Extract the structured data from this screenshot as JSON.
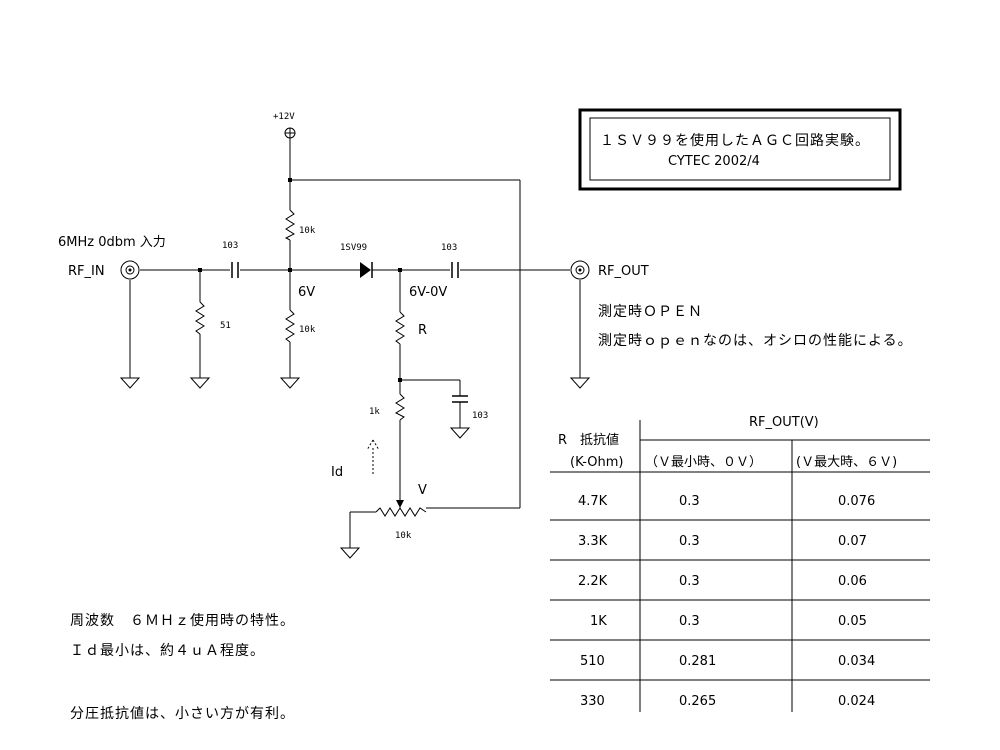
{
  "title_box": {
    "line1": "１ＳＶ９９を使用したＡＧＣ回路実験。",
    "line2": "CYTEC  2002/4"
  },
  "schematic": {
    "supply_label": "+12V",
    "input_desc": "6MHz 0dbm 入力",
    "rf_in_label": "RF_IN",
    "rf_out_label": "RF_OUT",
    "cap_in_label": "103",
    "cap_out_label": "103",
    "cap_bypass_label": "103",
    "r_top_label": "10k",
    "r_bottom_label": "10k",
    "r_term_label": "51",
    "diode_label": "1SV99",
    "node_6v_label": "6V",
    "node_6v0v_label": "6V-0V",
    "r_var_label": "R",
    "r_1k_label": "1k",
    "pot_label": "10k",
    "wiper_label": "V",
    "current_label": "Id"
  },
  "notes": {
    "measure_open": "測定時ＯＰＥＮ",
    "measure_note": "測定時ｏｐｅｎなのは、オシロの性能による。",
    "char_title": "周波数　６ＭＨｚ使用時の特性。",
    "id_min": "Ｉｄ最小は、約４ｕＡ程度。",
    "divider_note": "分圧抵抗値は、小さい方が有利。"
  },
  "table": {
    "col_r_header": "R　抵抗値",
    "col_r_unit": "(K-Ohm)",
    "group_header": "RF_OUT(V)",
    "col_min_header": "（Ｖ最小時、０Ｖ）",
    "col_max_header": "(Ｖ最大時、６Ｖ)",
    "rows": [
      {
        "r": "4.7K",
        "vmin": "0.3",
        "vmax": "0.076"
      },
      {
        "r": "3.3K",
        "vmin": "0.3",
        "vmax": "0.07"
      },
      {
        "r": "2.2K",
        "vmin": "0.3",
        "vmax": "0.06"
      },
      {
        "r": "1K",
        "vmin": "0.3",
        "vmax": "0.05"
      },
      {
        "r": "510",
        "vmin": "0.281",
        "vmax": "0.034"
      },
      {
        "r": "330",
        "vmin": "0.265",
        "vmax": "0.024"
      }
    ]
  }
}
